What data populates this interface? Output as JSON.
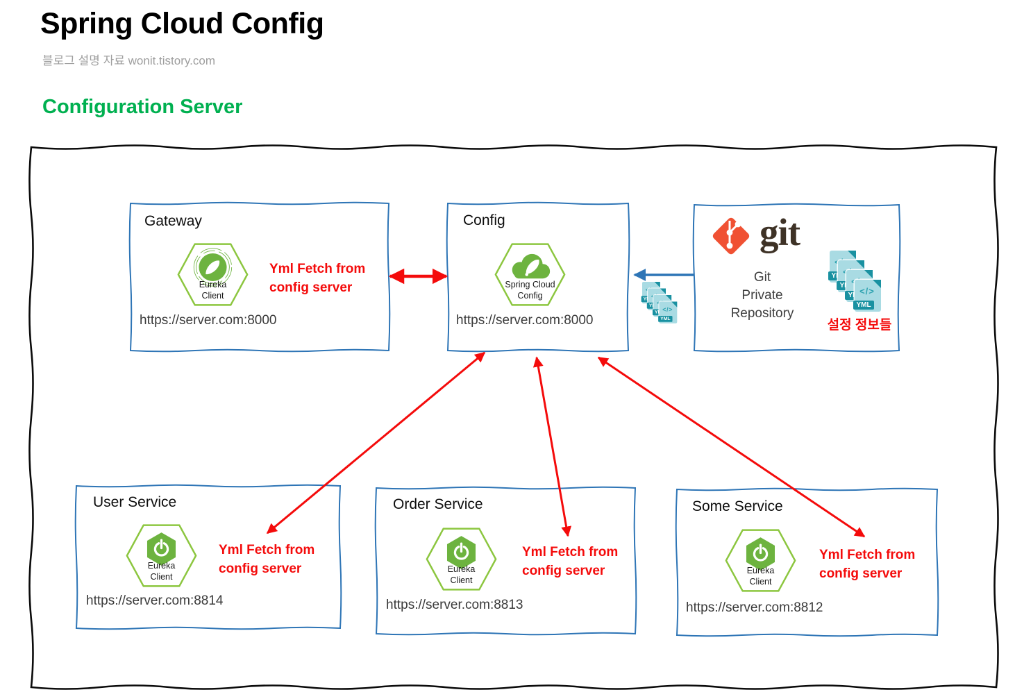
{
  "header": {
    "title": "Spring Cloud Config",
    "subtitle": "블로그 설명 자료 wonit.tistory.com",
    "section": "Configuration Server"
  },
  "colors": {
    "box_border": "#2E75B6",
    "connector_red": "#F40B0B",
    "heading_green": "#00B050",
    "spring_green": "#6DB33F",
    "hexagon_border": "#8CC63F",
    "git_orange": "#F05133",
    "yml_teal": "#1991A1"
  },
  "nodes": {
    "gateway": {
      "title": "Gateway",
      "icon_line1": "Eureka",
      "icon_line2": "Client",
      "cap1": "Yml Fetch from",
      "cap2": "config server",
      "url": "https://server.com:8000"
    },
    "config": {
      "title": "Config",
      "icon_line1": "Spring Cloud",
      "icon_line2": "Config",
      "url": "https://server.com:8000"
    },
    "git": {
      "wordmark": "git",
      "line1": "Git",
      "line2": "Private",
      "line3": "Repository",
      "caption": "설정 정보들",
      "yml_label": "YML",
      "code_glyph": "</>"
    },
    "user_service": {
      "title": "User Service",
      "icon_line1": "Eureka",
      "icon_line2": "Client",
      "cap1": "Yml Fetch from",
      "cap2": "config server",
      "url": "https://server.com:8814"
    },
    "order_service": {
      "title": "Order Service",
      "icon_line1": "Eureka",
      "icon_line2": "Client",
      "cap1": "Yml Fetch from",
      "cap2": "config server",
      "url": "https://server.com:8813"
    },
    "some_service": {
      "title": "Some Service",
      "icon_line1": "Eureka",
      "icon_line2": "Client",
      "cap1": "Yml Fetch from",
      "cap2": "config server",
      "url": "https://server.com:8812"
    }
  }
}
